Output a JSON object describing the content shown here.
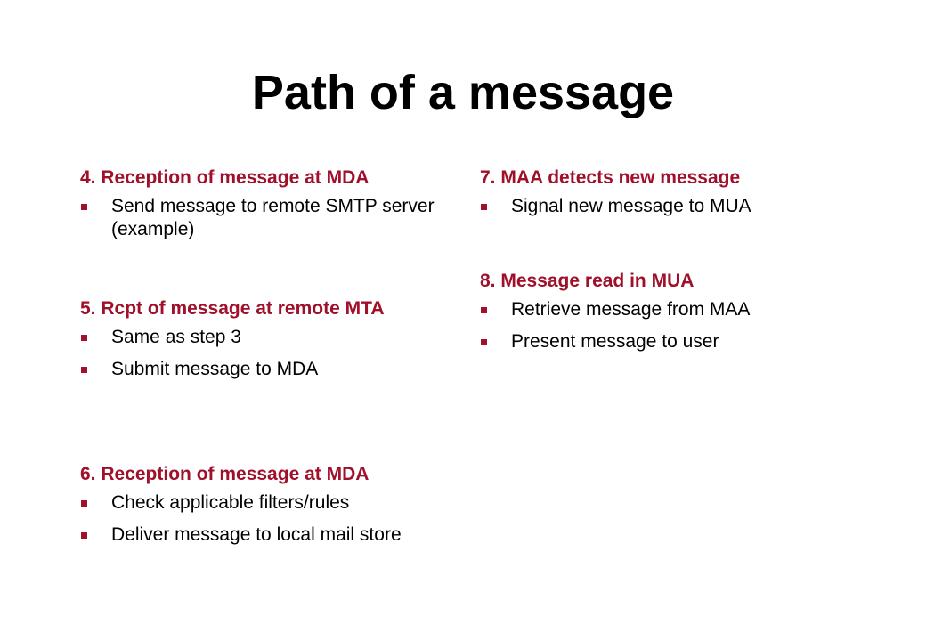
{
  "title": "Path of a message",
  "left_column": [
    {
      "heading": "4. Reception of message at MDA",
      "bullets": [
        "Send message to remote SMTP server (example)"
      ]
    },
    {
      "heading": "5. Rcpt of message at remote MTA",
      "bullets": [
        "Same as step 3",
        "Submit message to MDA"
      ]
    },
    {
      "heading": "6. Reception of message at MDA",
      "bullets": [
        "Check applicable filters/rules",
        "Deliver message to local mail store"
      ]
    }
  ],
  "right_column": [
    {
      "heading": "7. MAA detects new message",
      "bullets": [
        "Signal new message to MUA"
      ]
    },
    {
      "heading": "8. Message read in MUA",
      "bullets": [
        "Retrieve message from MAA",
        "Present message to user"
      ]
    }
  ],
  "colors": {
    "heading": "#a0102a",
    "bullet_marker": "#a0102a",
    "text": "#000000",
    "background": "#ffffff"
  }
}
